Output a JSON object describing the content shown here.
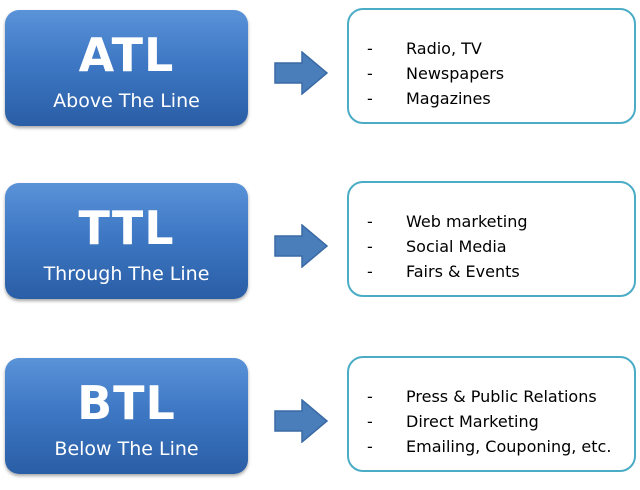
{
  "rows": [
    {
      "code": "ATL",
      "name": "Above The Line",
      "items": [
        "Radio, TV",
        "Newspapers",
        "Magazines"
      ]
    },
    {
      "code": "TTL",
      "name": "Through The Line",
      "items": [
        "Web marketing",
        "Social Media",
        "Fairs & Events"
      ]
    },
    {
      "code": "BTL",
      "name": "Below The Line",
      "items": [
        "Press & Public Relations",
        "Direct Marketing",
        "Emailing, Couponing, etc."
      ]
    }
  ],
  "bullet": "-",
  "colors": {
    "acronym_box": "#3e78c4",
    "arrow": "#4a7ebb",
    "list_border": "#4bacc6"
  },
  "icons": {
    "arrow": "right-arrow-icon"
  }
}
